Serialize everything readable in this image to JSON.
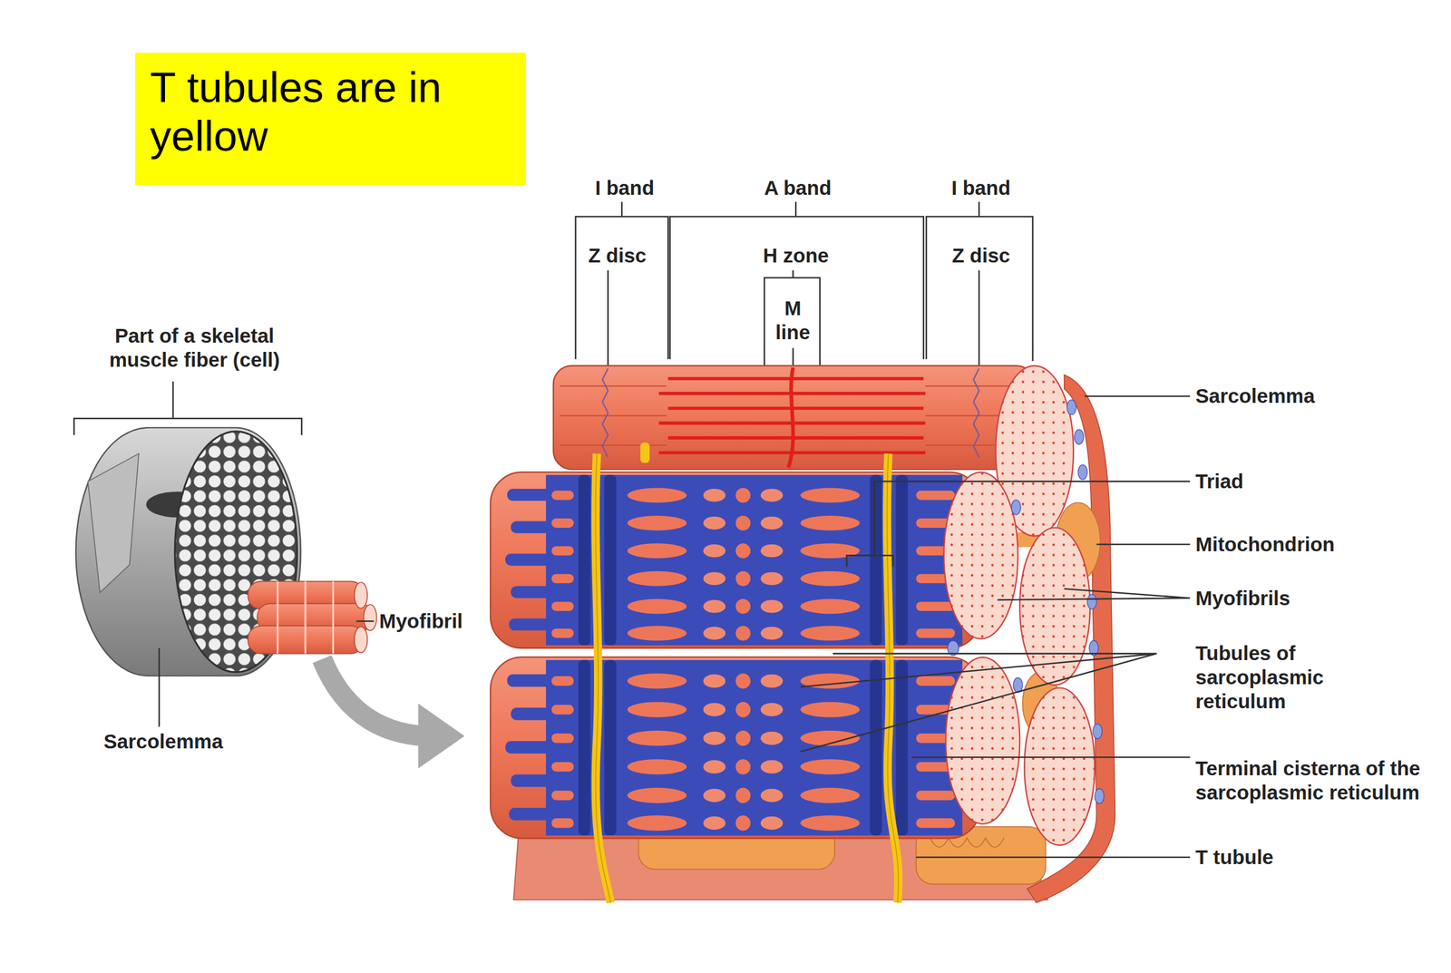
{
  "diagram": {
    "nodes": [
      {
        "text": [
          "T tubules are in yellow"
        ]
      }
    ],
    "labels": [
      "I band",
      "A band",
      "I band",
      "Z disc",
      "H zone",
      "Z disc",
      "M line",
      "Part of a skeletal muscle fiber (cell)",
      "Myofibril",
      "Sarcolemma",
      "Sarcolemma",
      "Triad",
      "Mitochondrion",
      "Myofibrils",
      "Tubules of sarcoplasmic reticulum",
      "Terminal cisterna of the sarcoplasmic reticulum",
      "T tubule"
    ]
  }
}
